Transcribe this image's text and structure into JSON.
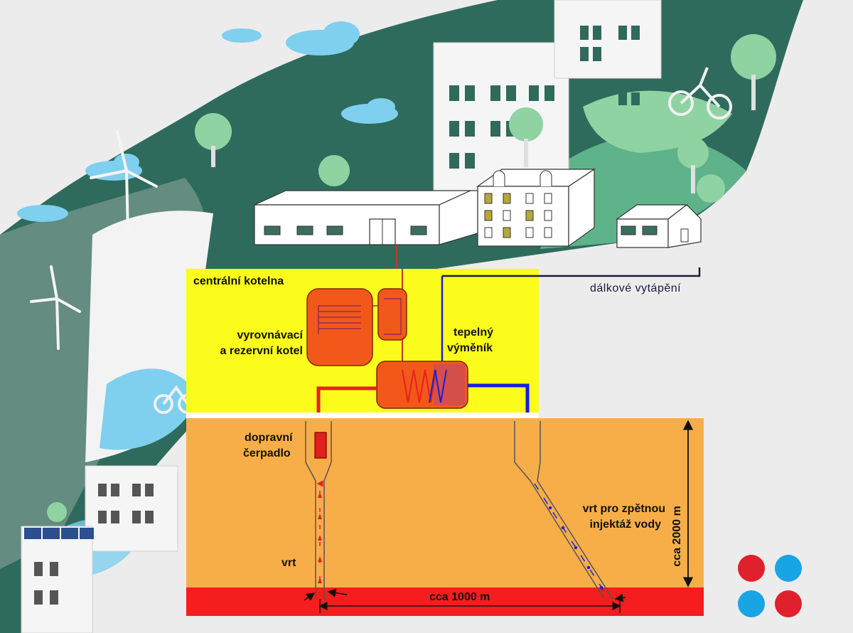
{
  "labels": {
    "boiler_room": "centrální kotelna",
    "reserve_boiler_line1": "vyrovnávací",
    "reserve_boiler_line2": "a rezervní kotel",
    "heat_exchanger_line1": "tepelný",
    "heat_exchanger_line2": "výměník",
    "district_heating": "dálkové vytápění",
    "pump_line1": "dopravní",
    "pump_line2": "čerpadlo",
    "injection_line1": "vrt pro zpětnou",
    "injection_line2": "injektáž vody",
    "well": "vrt",
    "depth": "cca 2000 m",
    "distance": "cca 1000 m"
  },
  "colors": {
    "background": "#ececec",
    "forest_green": "#2f6b5c",
    "light_green": "#8fd3a3",
    "sky_blue": "#7fd0ee",
    "boiler_room_bg": "#fbfb1c",
    "ground": "#f8ae48",
    "hot_layer": "#f51d1d",
    "tank_orange": "#f2581a",
    "hot_pipe": "#e8201f",
    "cold_pipe": "#1420e0",
    "logo_red": "#e0202c",
    "logo_blue": "#19a4e6"
  },
  "logo": {
    "dots": [
      "red",
      "blue",
      "blue",
      "red"
    ]
  }
}
